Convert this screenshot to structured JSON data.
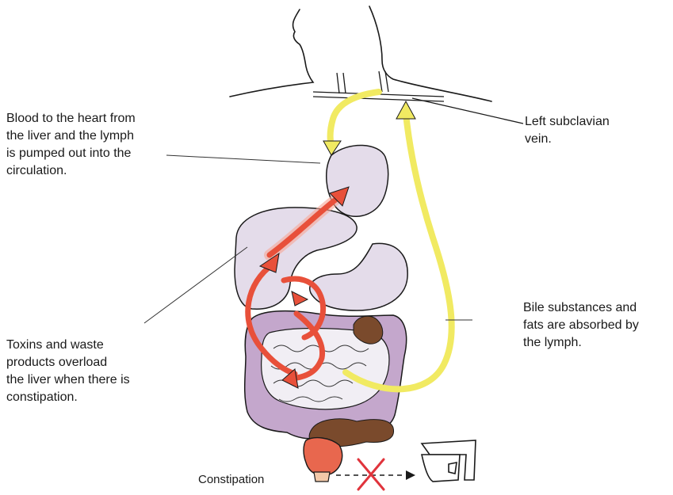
{
  "labels": {
    "blood_to_heart": "Blood to the heart from\nthe liver and the lymph\nis pumped out into the\ncirculation.",
    "left_subclavian": "Left subclavian\nvein.",
    "bile_substances": "Bile substances and\nfats are absorbed by\nthe lymph.",
    "toxins_waste": "Toxins and waste\nproducts overload\nthe liver when there is\nconstipation.",
    "constipation": "Constipation"
  },
  "colors": {
    "outline": "#1a1a1a",
    "organ_fill": "#e4dcea",
    "intestine_fill": "#c4a7cc",
    "red_arrow": "#e8503a",
    "red_arrow_glow": "#f6a696",
    "yellow_arrow": "#f1ea62",
    "stool": "#7a4a2c",
    "rectum": "#e8674e",
    "cross": "#e0343c"
  },
  "icons": [
    "toilet-icon",
    "red-cross-icon"
  ]
}
